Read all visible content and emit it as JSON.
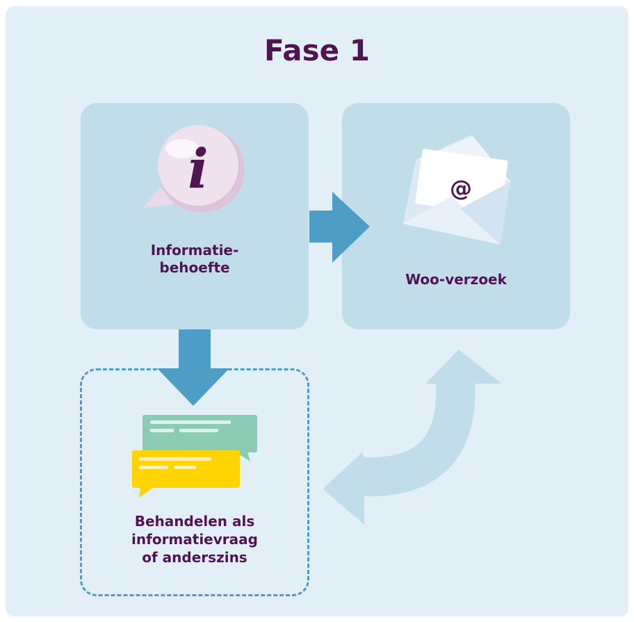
{
  "diagram": {
    "title": "Fase 1",
    "nodes": {
      "informatiebehoefte": {
        "label_lines": [
          "Informatie-",
          "behoefte"
        ],
        "icon": "info-speech-bubble-icon"
      },
      "woo_verzoek": {
        "label": "Woo-verzoek",
        "icon": "email-envelope-icon",
        "icon_glyph": "@"
      },
      "behandelen": {
        "label_lines": [
          "Behandelen als",
          "informatievraag",
          "of anderszins"
        ],
        "icon": "chat-bubbles-icon"
      }
    },
    "info_glyph": "i",
    "colors": {
      "background": "#e3eff7",
      "box": "#c1ddea",
      "arrow": "#4d9dc6",
      "arrow_light": "#c1ddea",
      "text": "#4f1550",
      "green_bubble": "#8ccbb4",
      "yellow_bubble": "#ffd400"
    },
    "edges": [
      {
        "from": "informatiebehoefte",
        "to": "woo_verzoek"
      },
      {
        "from": "informatiebehoefte",
        "to": "behandelen"
      },
      {
        "from": "woo_verzoek",
        "to": "behandelen",
        "bidirectional": true
      }
    ]
  }
}
